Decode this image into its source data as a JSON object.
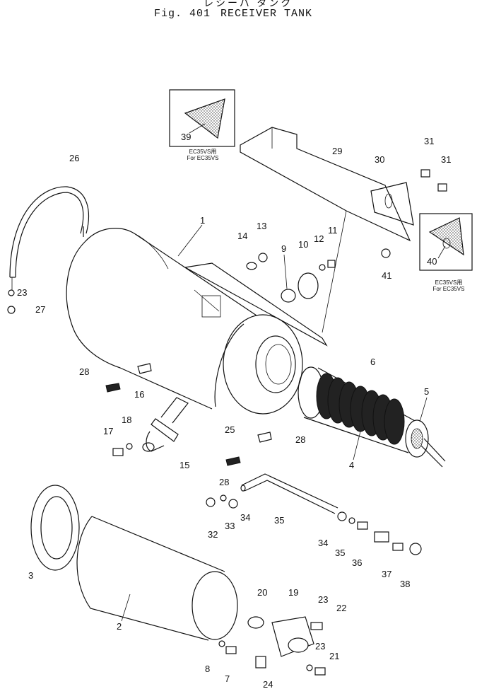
{
  "header": {
    "title_jp": "レシーバ タンク",
    "fig_label": "Fig. 401",
    "title_en": "RECEIVER TANK"
  },
  "insets": {
    "left": {
      "part_no": "39",
      "caption_line1": "EC35VS用",
      "caption_line2": "For EC35VS"
    },
    "right": {
      "part_no": "40",
      "caption_line1": "EC35VS用",
      "caption_line2": "For EC35VS"
    }
  },
  "callouts": {
    "n1": "1",
    "n2": "2",
    "n3": "3",
    "n4": "4",
    "n5": "5",
    "n6": "6",
    "n7": "7",
    "n8": "8",
    "n9": "9",
    "n10": "10",
    "n11": "11",
    "n12": "12",
    "n13": "13",
    "n14": "14",
    "n15": "15",
    "n16": "16",
    "n17": "17",
    "n18": "18",
    "n19": "19",
    "n20": "20",
    "n21": "21",
    "n22": "22",
    "n23a": "23",
    "n23b": "23",
    "n23c": "23",
    "n24": "24",
    "n25": "25",
    "n26": "26",
    "n27": "27",
    "n28a": "28",
    "n28b": "28",
    "n28c": "28",
    "n29": "29",
    "n30": "30",
    "n31a": "31",
    "n31b": "31",
    "n32": "32",
    "n33": "33",
    "n34a": "34",
    "n34b": "34",
    "n35a": "35",
    "n35b": "35",
    "n36": "36",
    "n37": "37",
    "n38": "38",
    "n41": "41"
  }
}
